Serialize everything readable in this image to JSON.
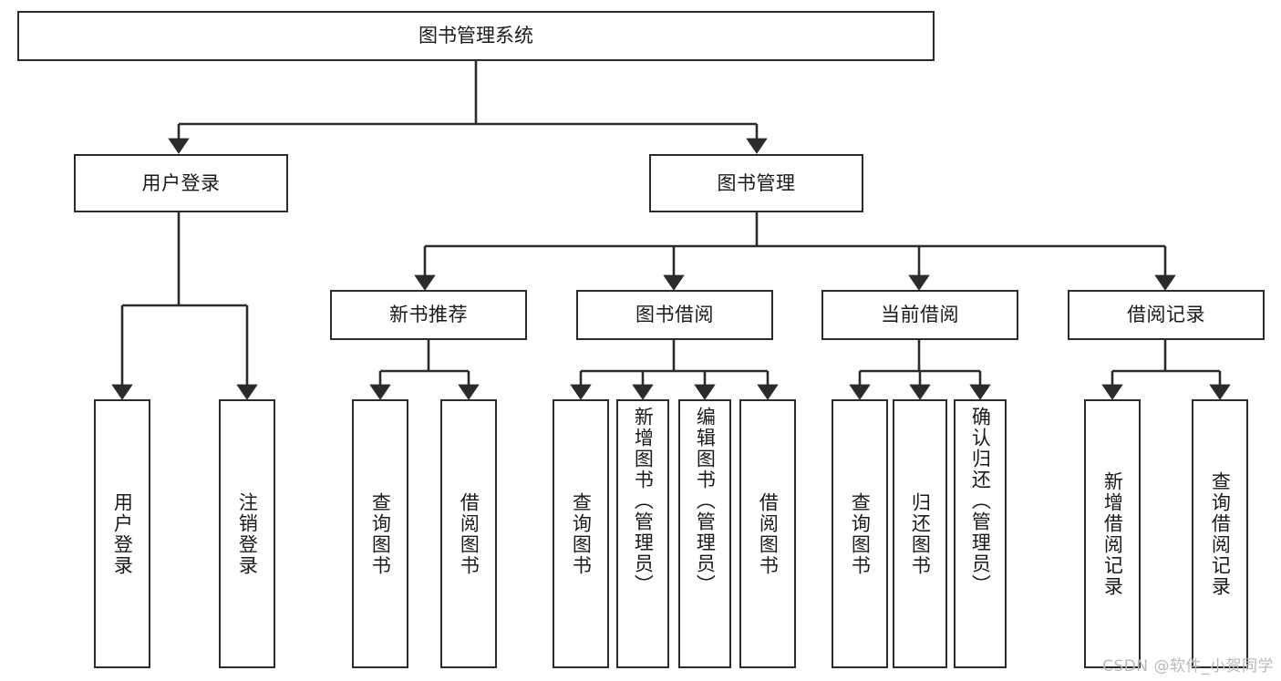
{
  "diagram": {
    "title": "图书管理系统",
    "type": "tree-hierarchy",
    "orientation": "top-down",
    "levels": 4,
    "colors": {
      "stroke": "#2b2b2b",
      "fill": "#ffffff",
      "text": "#1a1a1a",
      "watermark": "#b9b9b9"
    }
  },
  "root": {
    "label": "图书管理系统"
  },
  "level2": [
    {
      "label": "用户登录"
    },
    {
      "label": "图书管理"
    }
  ],
  "level3": [
    {
      "label": "新书推荐"
    },
    {
      "label": "图书借阅"
    },
    {
      "label": "当前借阅"
    },
    {
      "label": "借阅记录"
    }
  ],
  "leaves": {
    "user_login": [
      {
        "label": "用户登录"
      },
      {
        "label": "注销登录"
      }
    ],
    "new_book": [
      {
        "label": "查询图书"
      },
      {
        "label": "借阅图书"
      }
    ],
    "book_borrow": [
      {
        "label": "查询图书"
      },
      {
        "label": "新增图书（管理员）"
      },
      {
        "label": "编辑图书（管理员）"
      },
      {
        "label": "借阅图书"
      }
    ],
    "current_borrow": [
      {
        "label": "查询图书"
      },
      {
        "label": "归还图书"
      },
      {
        "label": "确认归还（管理员）"
      }
    ],
    "borrow_record": [
      {
        "label": "新增借阅记录"
      },
      {
        "label": "查询借阅记录"
      }
    ]
  },
  "watermark": {
    "text": "CSDN @软件_小贺同学"
  }
}
